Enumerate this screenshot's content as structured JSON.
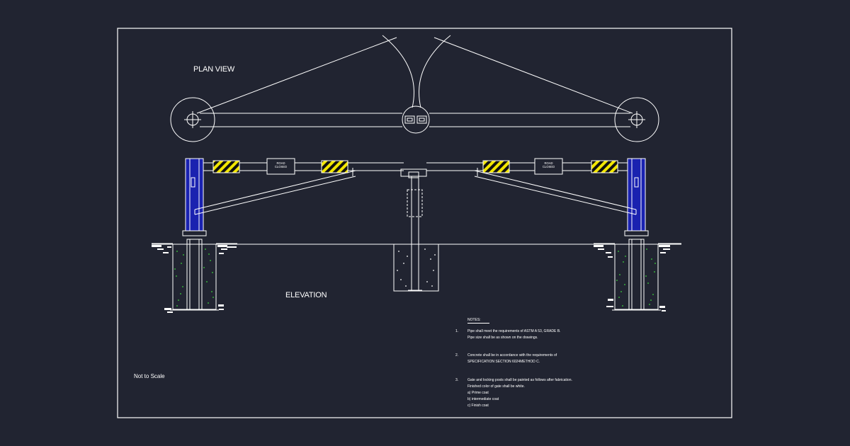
{
  "titles": {
    "plan_view": "PLAN VIEW",
    "elevation": "ELEVATION",
    "scale_note": "Not to Scale"
  },
  "sign": {
    "line1": "ROAD",
    "line2": "CLOSED"
  },
  "notes": {
    "heading": "NOTES:",
    "items": [
      {
        "number": "1.",
        "lines": [
          "Pipe shall meet the requirements of ASTM A 53, GRADE B.",
          "Pipe size shall be as shown on the drawings."
        ]
      },
      {
        "number": "2.",
        "lines": [
          "Concrete shall be in accordance with the requirements of",
          "SPECIFICATION SECTION 6024METHOD C."
        ]
      },
      {
        "number": "3.",
        "lines": [
          "Gate and locking posts shall be painted as follows after fabrication.",
          "Finished color of gate shall be white.",
          "a) Prime coat",
          "b) intermediate coat",
          "c) Finish coat"
        ]
      }
    ]
  },
  "colors": {
    "background": "#212431",
    "line": "#ffffff",
    "post_blue": "#1a22b0",
    "hazard_yellow": "#f2e600",
    "concrete_speckle": "#3dd43d"
  }
}
